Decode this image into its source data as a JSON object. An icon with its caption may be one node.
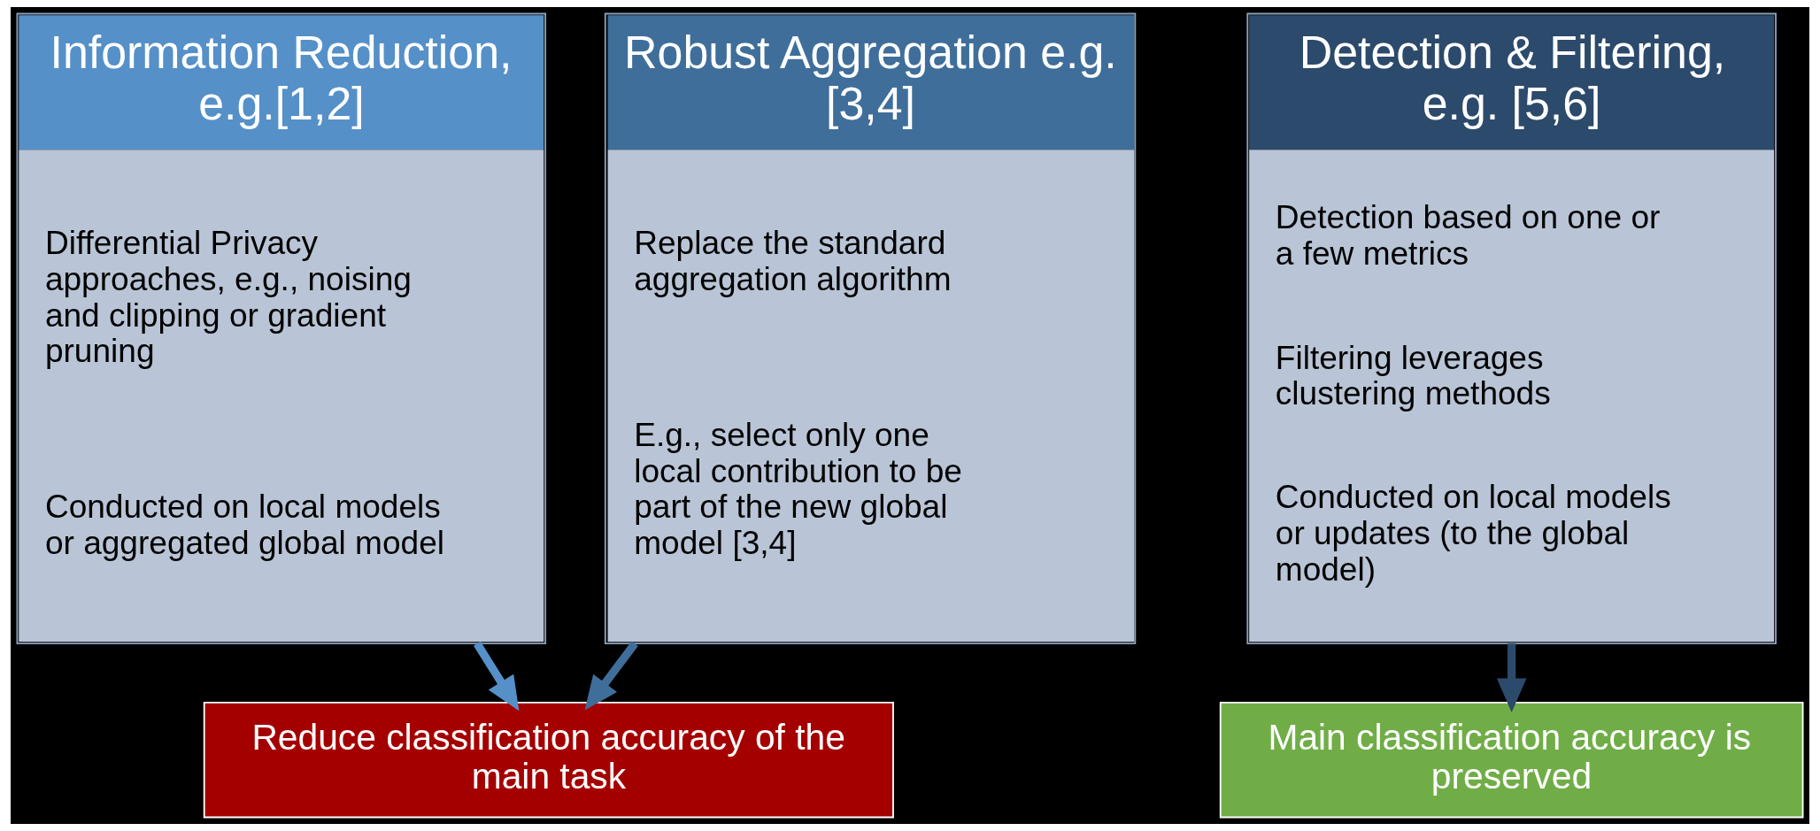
{
  "diagram": {
    "nodes": [
      {
        "text": [
          "Information Reduction, e.g.[1,2]",
          "Differential Privacy approaches, e.g., noising and clipping or gradient pruning",
          "Conducted on local models or aggregated global model"
        ]
      },
      {
        "text": [
          "Robust Aggregation e.g. [3,4]",
          "Replace the standard aggregation algorithm",
          "E.g., select only one local contribution to be part of the new global model [3,4]"
        ]
      },
      {
        "text": [
          "Detection & Filtering, e.g. [5,6]",
          "Detection based on one or a few metrics",
          "Filtering leverages clustering methods",
          "Conducted on local models or updates (to the global model)"
        ]
      },
      {
        "text": [
          "Reduce classification accuracy of the main task"
        ]
      },
      {
        "text": [
          "Main classification accuracy is preserved"
        ]
      }
    ],
    "edges": [
      {
        "from": 0,
        "to": 3,
        "arrow": "to",
        "color": "#5590c8"
      },
      {
        "from": 1,
        "to": 3,
        "arrow": "to",
        "color": "#3f6e9a"
      },
      {
        "from": 2,
        "to": 4,
        "arrow": "to",
        "color": "#2c4a6b"
      }
    ]
  }
}
